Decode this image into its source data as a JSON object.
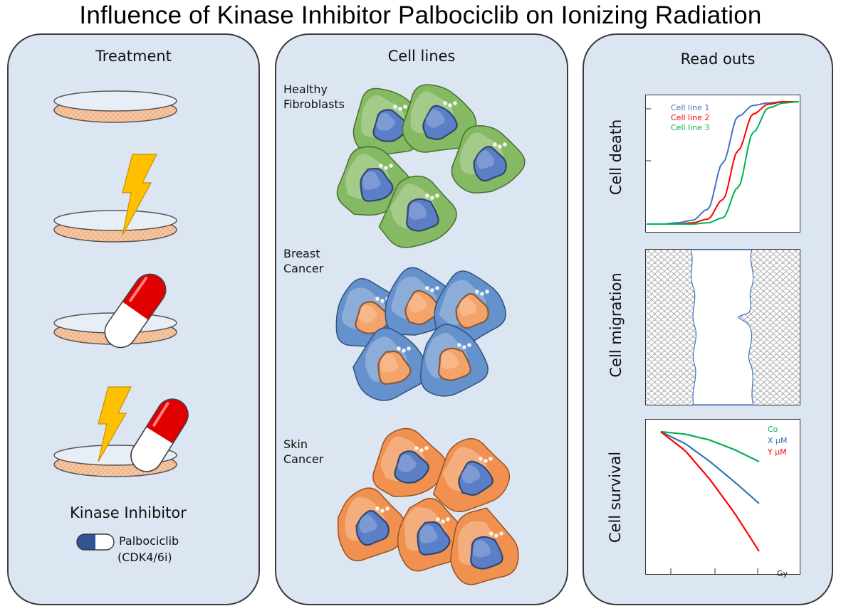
{
  "title": "Influence of Kinase Inhibitor Palbociclib on Ionizing Radiation",
  "panels": {
    "treatment": {
      "title": "Treatment",
      "legend_title": "Kinase Inhibitor",
      "drug_name": "Palbociclib",
      "drug_class": "(CDK4/6i)"
    },
    "cell_lines": {
      "title": "Cell lines",
      "groups": [
        {
          "label_line1": "Healthy",
          "label_line2": "Fibroblasts",
          "color": "#70ad47"
        },
        {
          "label_line1": "Breast",
          "label_line2": "Cancer",
          "color": "#4a7ec4"
        },
        {
          "label_line1": "Skin",
          "label_line2": "Cancer",
          "color": "#ed7d31"
        }
      ]
    },
    "read_outs": {
      "title": "Read outs",
      "charts": {
        "death_ylabel": "Cell death",
        "migration_ylabel": "Cell migration",
        "survival_ylabel": "Cell survival",
        "survival_xlabel": "Gy"
      }
    }
  },
  "colors": {
    "panel_bg": "#dce6f2",
    "dish_fill": "#f7c9a6",
    "bolt": "#ffc000",
    "pill_red": "#e00000",
    "pill_blue": "#2f5597"
  },
  "chart_data": [
    {
      "type": "line",
      "ylabel": "Cell death",
      "xlabel": "",
      "series": [
        {
          "name": "Cell line 1",
          "color": "#4472c4",
          "x": [
            0,
            1,
            2,
            3,
            4,
            5,
            6,
            7,
            8,
            9,
            10
          ],
          "y": [
            0,
            0,
            0.01,
            0.03,
            0.12,
            0.5,
            0.88,
            0.97,
            0.99,
            1,
            1
          ]
        },
        {
          "name": "Cell line 2",
          "color": "#ff0000",
          "x": [
            0,
            1,
            2,
            3,
            4,
            5,
            6,
            7,
            8,
            9,
            10
          ],
          "y": [
            0,
            0,
            0,
            0.01,
            0.04,
            0.2,
            0.6,
            0.9,
            0.98,
            1,
            1
          ]
        },
        {
          "name": "Cell line 3",
          "color": "#00b050",
          "x": [
            0,
            1,
            2,
            3,
            4,
            5,
            6,
            7,
            8,
            9,
            10
          ],
          "y": [
            0,
            0,
            0,
            0,
            0.01,
            0.05,
            0.3,
            0.75,
            0.95,
            0.99,
            1
          ]
        }
      ]
    },
    {
      "type": "line",
      "ylabel": "Cell survival",
      "xlabel": "Gy",
      "series": [
        {
          "name": "Co",
          "color": "#00b050",
          "x": [
            0,
            0.25,
            0.5,
            0.75,
            1
          ],
          "y": [
            1,
            0.98,
            0.93,
            0.85,
            0.75
          ]
        },
        {
          "name": "X µM",
          "color": "#2e75b6",
          "x": [
            0,
            0.25,
            0.5,
            0.75,
            1
          ],
          "y": [
            1,
            0.9,
            0.75,
            0.58,
            0.4
          ]
        },
        {
          "name": "Y µM",
          "color": "#ff0000",
          "x": [
            0,
            0.25,
            0.5,
            0.75,
            1
          ],
          "y": [
            1,
            0.84,
            0.6,
            0.32,
            0.0
          ]
        }
      ]
    }
  ]
}
